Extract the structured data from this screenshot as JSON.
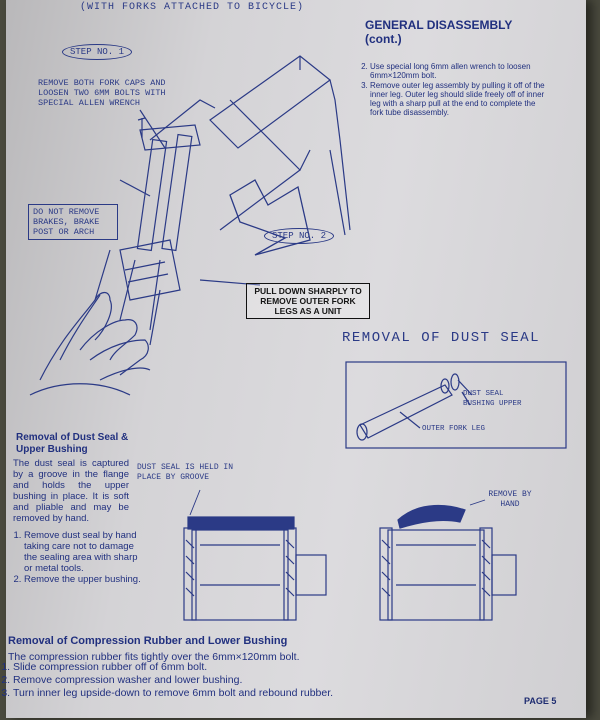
{
  "header": {
    "top_caption": "(WITH FORKS ATTACHED TO BICYCLE)",
    "title": "GENERAL DISASSEMBLY",
    "title_cont": "(cont.)"
  },
  "general_steps": [
    "Use special long 6mm allen wrench to loosen 6mm×120mm bolt.",
    "Remove outer leg assembly by pulling it off of the inner leg. Outer leg should slide freely off of inner leg with a sharp pull at the end to complete the fork tube disassembly."
  ],
  "diagram1": {
    "step1": "STEP NO. 1",
    "step2": "STEP NO. 2",
    "caps_note": "REMOVE BOTH FORK CAPS AND LOOSEN TWO 6MM BOLTS WITH SPECIAL ALLEN WRENCH",
    "brakes_note": "DO NOT REMOVE BRAKES, BRAKE POST OR ARCH",
    "pull_note": "PULL DOWN SHARPLY TO REMOVE OUTER FORK LEGS AS A UNIT"
  },
  "dust_seal_section": {
    "title": "REMOVAL OF DUST SEAL",
    "label_upper": "DUST SEAL BUSHING UPPER",
    "label_outer": "OUTER FORK LEG",
    "label_groove": "DUST SEAL IS HELD IN PLACE BY GROOVE",
    "label_remove": "REMOVE BY HAND"
  },
  "dust_text": {
    "heading": "Removal of Dust Seal & Upper Bushing",
    "body": "The dust seal is captured by a groove in the flange and holds the upper bushing in place. It is soft and pliable and may be removed by hand.",
    "steps": [
      "Remove dust seal by hand taking care not to damage the sealing area with sharp or metal tools.",
      "Remove the upper bushing."
    ]
  },
  "compression": {
    "heading": "Removal of Compression Rubber and Lower Bushing",
    "body": "The compression rubber fits tightly over the 6mm×120mm bolt.",
    "steps": [
      "Slide compression rubber off of 6mm bolt.",
      "Remove compression washer and lower bushing.",
      "Turn inner leg upside-down to remove 6mm bolt and rebound rubber."
    ]
  },
  "footer": {
    "page": "PAGE 5"
  },
  "colors": {
    "ink": "#2b3a86",
    "paper": "#d4d3d6",
    "background": "#4a4a3e"
  }
}
